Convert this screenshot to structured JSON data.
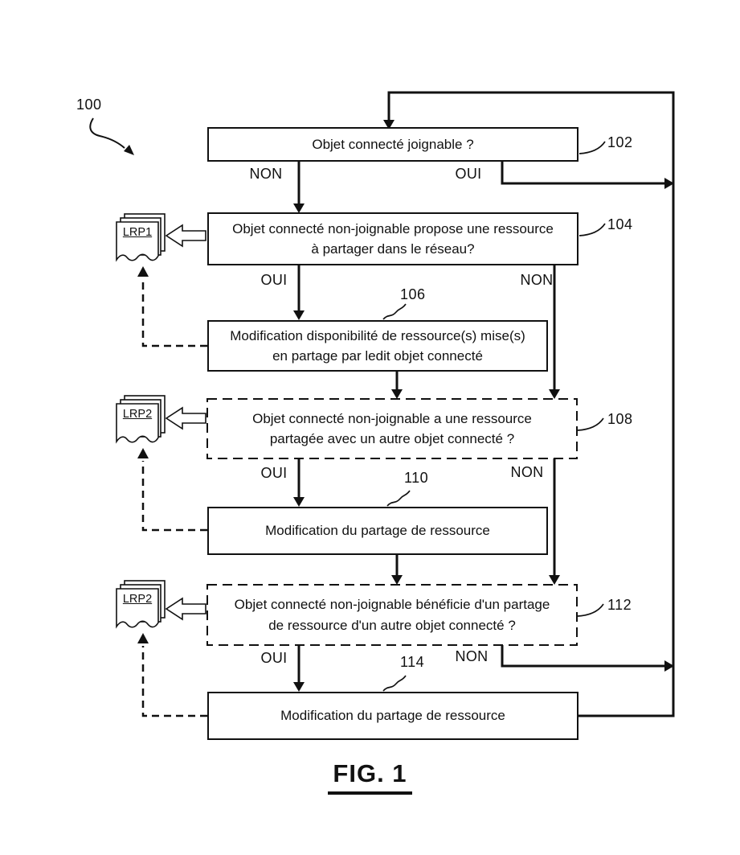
{
  "figure": {
    "ref": "100",
    "caption": "FIG. 1"
  },
  "boxes": [
    {
      "ref": "102",
      "text": "Objet connecté joignable ?",
      "border": "solid"
    },
    {
      "ref": "104",
      "text": "Objet connecté non-joignable propose une ressource\nà partager dans le réseau?",
      "border": "solid"
    },
    {
      "ref": "106",
      "text": "Modification disponibilité de ressource(s) mise(s)\nen partage par ledit objet connecté",
      "border": "solid"
    },
    {
      "ref": "108",
      "text": "Objet connecté non-joignable a une ressource\npartagée avec un autre objet connecté ?",
      "border": "dashed"
    },
    {
      "ref": "110",
      "text": "Modification du partage de ressource",
      "border": "solid"
    },
    {
      "ref": "112",
      "text": "Objet connecté non-joignable bénéficie d'un partage\nde ressource d'un autre objet connecté ?",
      "border": "dashed"
    },
    {
      "ref": "114",
      "text": "Modification du partage de ressource",
      "border": "solid"
    }
  ],
  "branch_labels": {
    "b102_left": "NON",
    "b102_right": "OUI",
    "b104_left": "OUI",
    "b104_right": "NON",
    "b108_left": "OUI",
    "b108_right": "NON",
    "b112_left": "OUI",
    "b112_right": "NON"
  },
  "lrp_icons": [
    {
      "label": "LRP1"
    },
    {
      "label": "LRP2"
    },
    {
      "label": "LRP2"
    }
  ],
  "colors": {
    "ink": "#111111",
    "background": "#ffffff"
  }
}
